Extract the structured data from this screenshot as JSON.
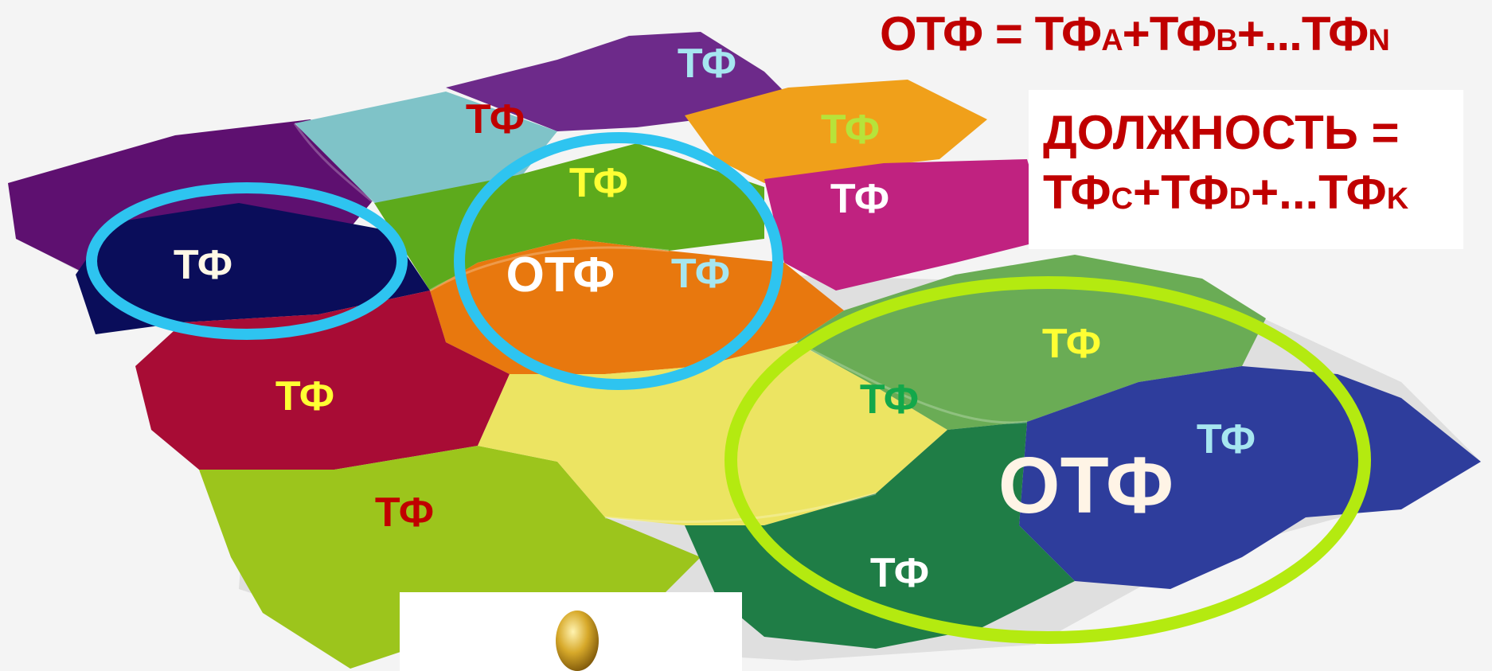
{
  "formula_top": {
    "lhs": "ОТФ",
    "eq": " = ",
    "t1": "ТФ",
    "s1": "A",
    "plus1": "+",
    "t2": "ТФ",
    "s2": "B",
    "dots": "+...",
    "t3": "ТФ",
    "s3": "N"
  },
  "formula_box": {
    "line1": "ДОЛЖНОСТЬ =",
    "t1": "ТФ",
    "s1": "C",
    "plus": "+",
    "t2": "ТФ",
    "s2": "D",
    "dots": "+...",
    "t3": "ТФ",
    "s3": "K"
  },
  "labels": [
    {
      "text": "ТФ",
      "color": "#a6e6f0"
    },
    {
      "text": "ТФ",
      "color": "#c00000"
    },
    {
      "text": "ТФ",
      "color": "#b7e33a"
    },
    {
      "text": "ТФ",
      "color": "#ffff33"
    },
    {
      "text": "ТФ",
      "color": "#ffffff"
    },
    {
      "text": "ТФ",
      "color": "#fff8e6"
    },
    {
      "text": "ОТФ",
      "color": "#ffffff"
    },
    {
      "text": "ТФ",
      "color": "#a6e6f0"
    },
    {
      "text": "ТФ",
      "color": "#ffff33"
    },
    {
      "text": "ТФ",
      "color": "#ffff33"
    },
    {
      "text": "ТФ",
      "color": "#13a84a"
    },
    {
      "text": "ТФ",
      "color": "#c00000"
    },
    {
      "text": "ТФ",
      "color": "#a6e6f0"
    },
    {
      "text": "ОТФ",
      "color": "#fff4e6"
    },
    {
      "text": "ТФ",
      "color": "#ffffff"
    }
  ],
  "colors": {
    "formula": "#c00000",
    "ring_blue": "#2ec4f0",
    "ring_green": "#b4ea10",
    "piece_purple_dark": "#5e1070",
    "piece_purple": "#6d2a8a",
    "piece_teal": "#7fc3c8",
    "piece_orange": "#f0a01a",
    "piece_magenta": "#c02280",
    "piece_navy": "#0a0d5a",
    "piece_green": "#5daa1c",
    "piece_orange2": "#e8780e",
    "piece_crimson": "#a80c35",
    "piece_lime": "#9cc51c",
    "piece_yellow": "#ece462",
    "piece_sage": "#6aac55",
    "piece_blue": "#2e3d9c",
    "piece_dark_green": "#1f7d46"
  },
  "icons": [
    "golden-egg-icon"
  ]
}
